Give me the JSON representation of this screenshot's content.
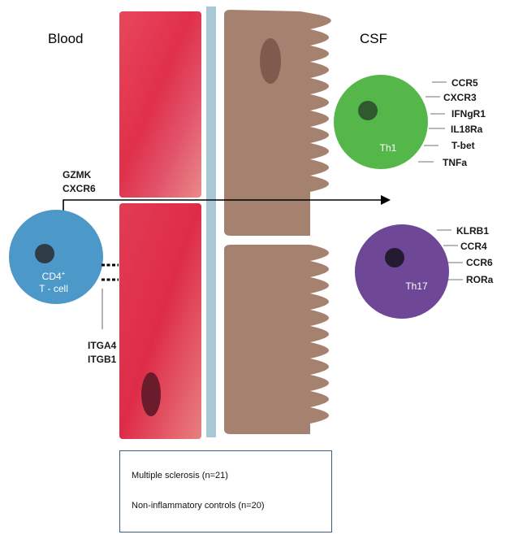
{
  "regions": {
    "blood": "Blood",
    "csf": "CSF"
  },
  "cells": {
    "cd4": {
      "line1": "CD4",
      "sup": "+",
      "line2": "T - cell",
      "color": "#4b98c9"
    },
    "th1": {
      "label": "Th1",
      "color": "#55b74a"
    },
    "th17": {
      "label": "Th17",
      "color": "#6e4796"
    }
  },
  "markers": {
    "migration": [
      "GZMK",
      "CXCR6"
    ],
    "adhesion": [
      "ITGA4",
      "ITGB1"
    ],
    "th1": [
      "CCR5",
      "CXCR3",
      "IFNgR1",
      "IL18Ra",
      "T-bet",
      "TNFa"
    ],
    "th17": [
      "KLRB1",
      "CCR4",
      "CCR6",
      "RORa"
    ]
  },
  "legend": {
    "items": [
      "Multiple sclerosis (n=21)",
      "Non-inflammatory controls (n=20)"
    ]
  },
  "colors": {
    "endothelium": "#e0364f",
    "basement_membrane": "#a9c8d6",
    "epithelium": "#a58170",
    "nucleus_epithelium": "#7f5a4d",
    "nucleus_endothelium": "#6a1b2c",
    "nucleus_cell": "#2f3b45"
  }
}
